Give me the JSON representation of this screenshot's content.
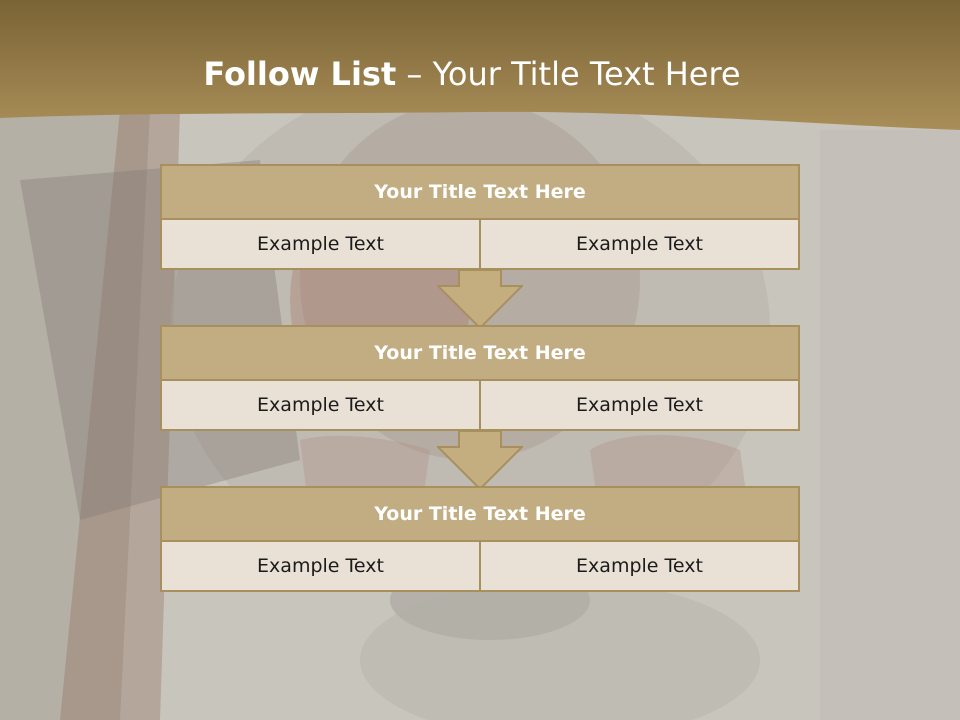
{
  "slide": {
    "title_bold": "Follow List",
    "title_rest": " – Your Title Text Here"
  },
  "blocks": [
    {
      "title": "Your Title Text Here",
      "left": "Example Text",
      "right": "Example Text"
    },
    {
      "title": "Your Title Text Here",
      "left": "Example Text",
      "right": "Example Text"
    },
    {
      "title": "Your Title Text Here",
      "left": "Example Text",
      "right": "Example Text"
    }
  ],
  "colors": {
    "header": "#9c834f",
    "block_title": "#c2ac82",
    "block_cell": "#e9e1d6",
    "border": "#a8905e",
    "arrow": "#c4ae80"
  }
}
